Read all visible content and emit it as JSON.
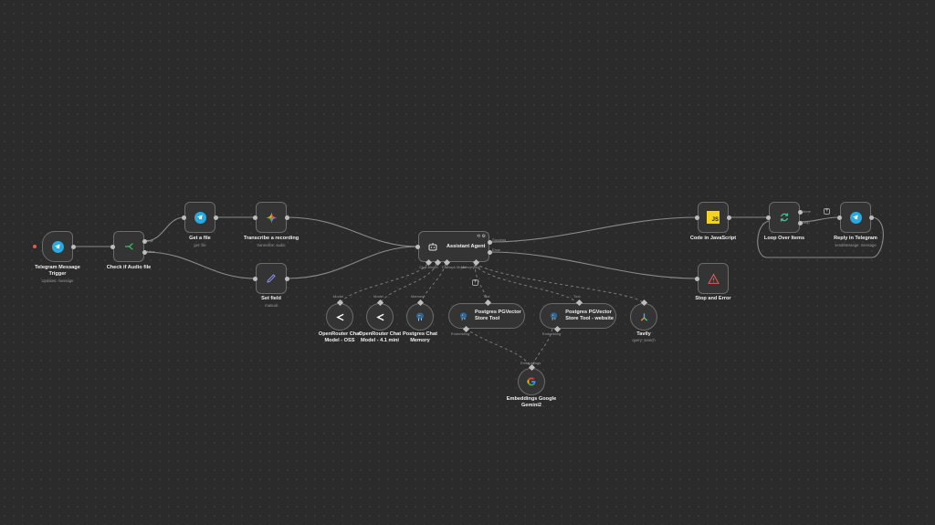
{
  "nodes": {
    "telegram_trigger": {
      "title": "Telegram Message Trigger",
      "sub": "Updates: message"
    },
    "check_audio": {
      "title": "Check if Audio file",
      "true_label": "true",
      "false_label": "false"
    },
    "get_file": {
      "title": "Get a file",
      "sub": "get: file"
    },
    "transcribe": {
      "title": "Transcribe a recording",
      "sub": "transcribe: audio"
    },
    "set_field": {
      "title": "Set field",
      "sub": "manual"
    },
    "agent": {
      "title": "Assistant Agent",
      "out_success": "Success",
      "out_error": "Error",
      "port_chat_model": "Chat Model",
      "port_fallback": "Fallback Model",
      "port_memory": "Memory",
      "port_tool": "Tool"
    },
    "openrouter_oss": {
      "title": "OpenRouter Chat Model - OSS",
      "tag": "Model"
    },
    "openrouter_41": {
      "title": "OpenRouter Chat Model - 4.1 mini",
      "tag": "Model"
    },
    "pg_memory": {
      "title": "Postgres Chat Memory",
      "tag": "Memory"
    },
    "pgvector_tool": {
      "title": "Postgres PGVector Store Tool",
      "tag": "Tool",
      "embed": "Embedding"
    },
    "pgvector_web": {
      "title": "Postgres PGVector Store Tool - website",
      "tag": "Tool",
      "embed": "Embedding"
    },
    "tavily": {
      "title": "Tavily",
      "sub": "query: search"
    },
    "embeddings": {
      "title": "Embeddings Google Gemini2",
      "tag": "Embeddings"
    },
    "code_js": {
      "title": "Code in JavaScript",
      "icon_text": "JS"
    },
    "loop": {
      "title": "Loop Over Items",
      "out_done": "done",
      "out_loop": "loop"
    },
    "reply": {
      "title": "Reply in Telegram",
      "sub": "sendMessage: message"
    },
    "stop": {
      "title": "Stop and Error"
    }
  },
  "icons": {
    "telegram": "telegram-icon",
    "branch": "if-branch-icon",
    "gemini": "gemini-sparkle-icon",
    "pencil": "pencil-icon",
    "robot": "robot-icon",
    "openrouter": "openrouter-icon",
    "postgres": "postgres-elephant-icon",
    "tavily": "tavily-icon",
    "google": "google-g-icon",
    "js": "javascript-icon",
    "loop": "loop-arrows-icon",
    "warning": "warning-triangle-icon"
  },
  "colors": {
    "background": "#2b2b2b",
    "node_bg": "#343434",
    "node_border": "#6b6b6b",
    "telegram": "#2aa8e0",
    "js": "#f2d31f",
    "warning": "#e35b4d",
    "loop": "#3fc39b"
  }
}
